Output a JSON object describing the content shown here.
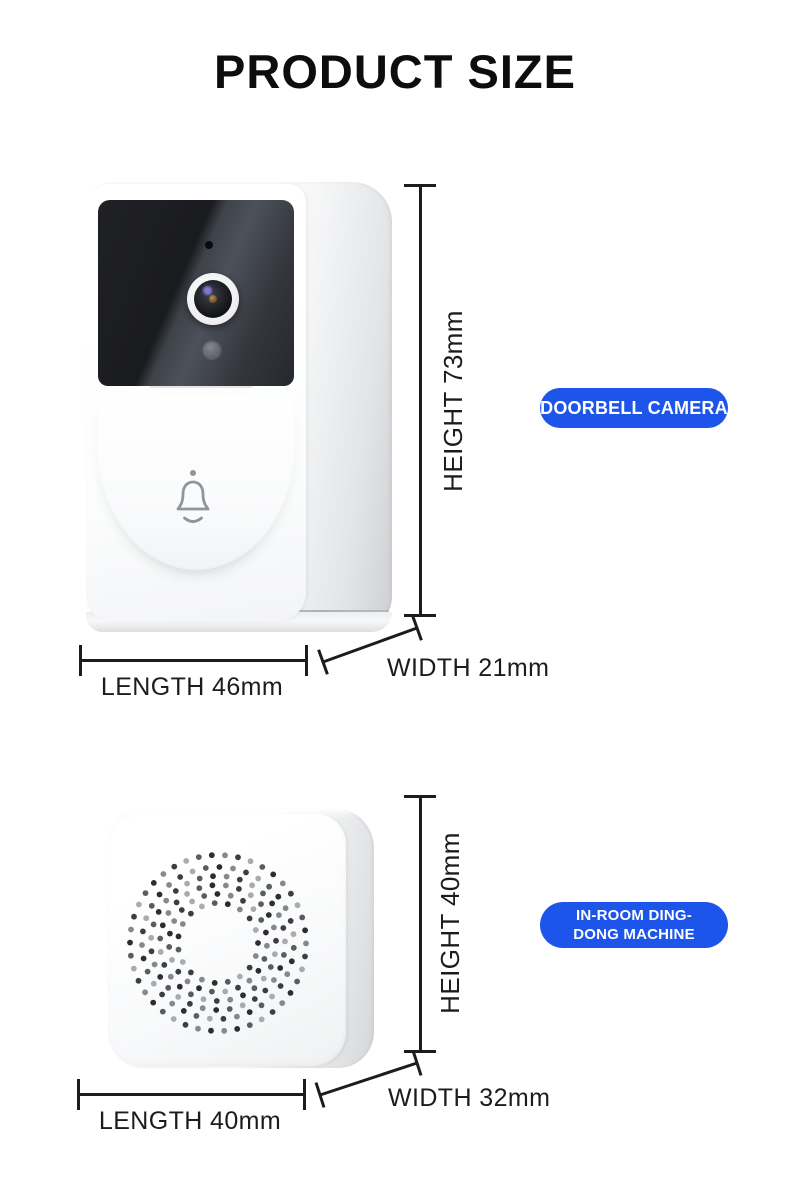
{
  "title": "PRODUCT SIZE",
  "colors": {
    "badge": "#1d55ea",
    "line": "#1c1c1e",
    "title": "#0d0d0d"
  },
  "doorbell": {
    "badge": "DOORBELL CAMERA",
    "height_label": "HEIGHT 73mm",
    "length_label": "LENGTH 46mm",
    "width_label": "WIDTH 21mm",
    "icons": {
      "bell": "bell-button-icon",
      "lens": "camera-lens-icon",
      "mic": "mic-hole-icon",
      "sensor": "light-sensor-icon"
    }
  },
  "chime": {
    "badge": "IN-ROOM DING-DONG MACHINE",
    "height_label": "HEIGHT 40mm",
    "length_label": "LENGTH 40mm",
    "width_label": "WIDTH 32mm",
    "icons": {
      "speaker": "speaker-grille-icon"
    }
  }
}
